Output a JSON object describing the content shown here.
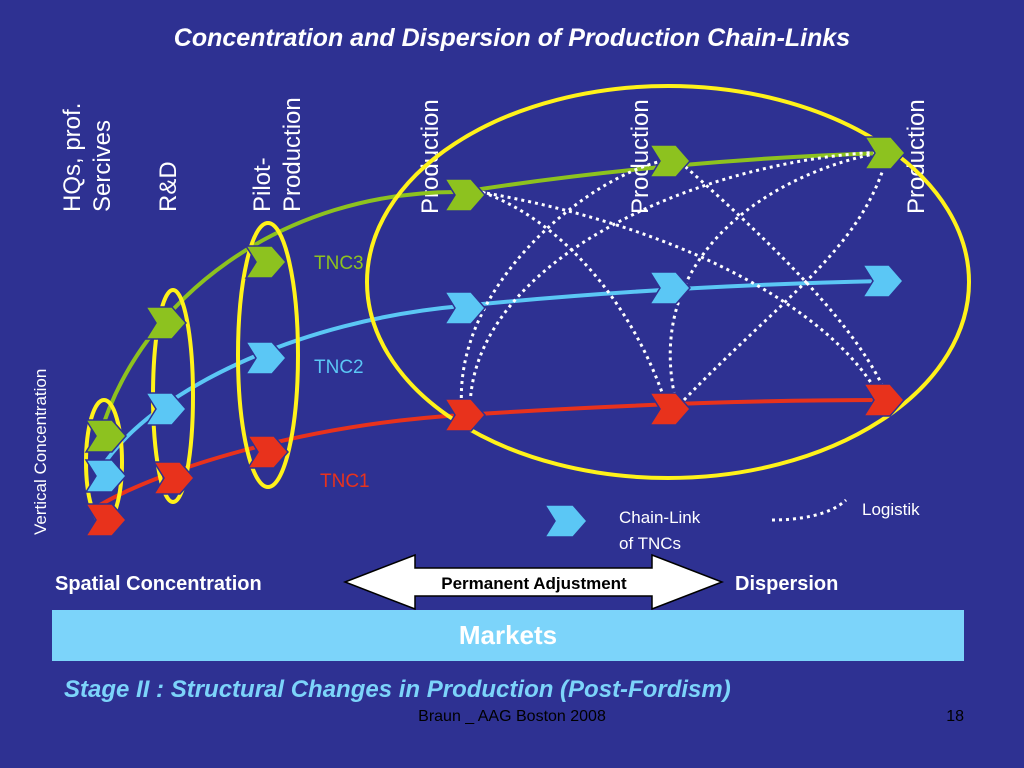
{
  "title": "Concentration and Dispersion of Production Chain-Links",
  "stage_labels": [
    {
      "lines": [
        "HQs, prof.",
        "Sercives"
      ]
    },
    {
      "lines": [
        "R&D"
      ]
    },
    {
      "lines": [
        "Pilot-",
        "Production"
      ]
    },
    {
      "lines": [
        "Production"
      ]
    },
    {
      "lines": [
        "Production"
      ]
    },
    {
      "lines": [
        "Production"
      ]
    }
  ],
  "side_label": "Vertical Concentration",
  "tnc_labels": {
    "tnc3": "TNC3",
    "tnc2": "TNC2",
    "tnc1": "TNC1"
  },
  "legend": {
    "chain_link_line1": "Chain-Link",
    "chain_link_line2": "of TNCs",
    "logistik": "Logistik"
  },
  "bottom_row": {
    "left": "Spatial Concentration",
    "center": "Permanent Adjustment",
    "right": "Dispersion"
  },
  "band_label": "Markets",
  "subtitle": "Stage II : Structural Changes in Production (Post-Fordism)",
  "footer": {
    "center": "Braun _ AAG Boston 2008",
    "page": "18"
  },
  "colors": {
    "background": "#2e3192",
    "tnc3": "#8dc21f",
    "tnc2": "#5bc7f5",
    "tnc1": "#e8321c",
    "ellipse": "#fff21a",
    "band": "#7cd4fa",
    "subtitle": "#7cd4fa"
  }
}
